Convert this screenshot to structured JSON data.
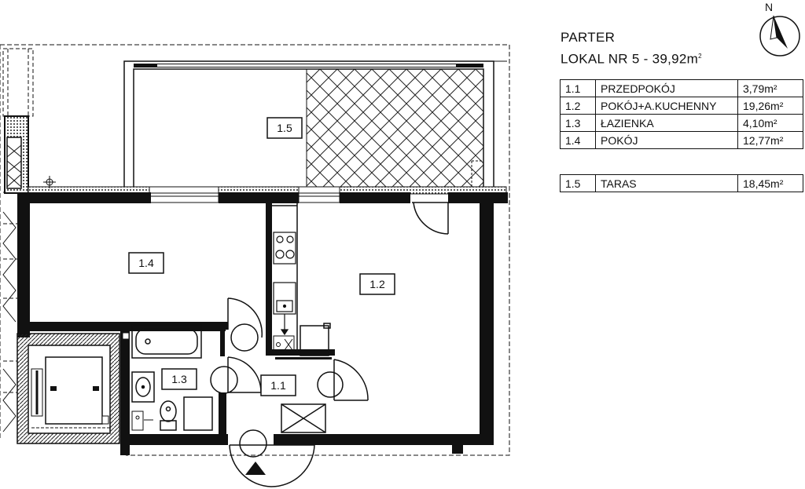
{
  "title": {
    "floor": "PARTER",
    "unit_label": "LOKAL NR 5 - 39,92m",
    "unit_sup": "2"
  },
  "rooms": [
    {
      "no": "1.1",
      "name": "PRZEDPOKÓJ",
      "area": "3,79m²"
    },
    {
      "no": "1.2",
      "name": "POKÓJ+A.KUCHENNY",
      "area": "19,26m²"
    },
    {
      "no": "1.3",
      "name": "ŁAZIENKA",
      "area": "4,10m²"
    },
    {
      "no": "1.4",
      "name": "POKÓJ",
      "area": "12,77m²"
    }
  ],
  "terrace": {
    "no": "1.5",
    "name": "TARAS",
    "area": "18,45m²"
  },
  "plan_labels": {
    "r11": "1.1",
    "r12": "1.2",
    "r13": "1.3",
    "r14": "1.4",
    "r15": "1.5"
  },
  "compass": {
    "north": "N"
  }
}
